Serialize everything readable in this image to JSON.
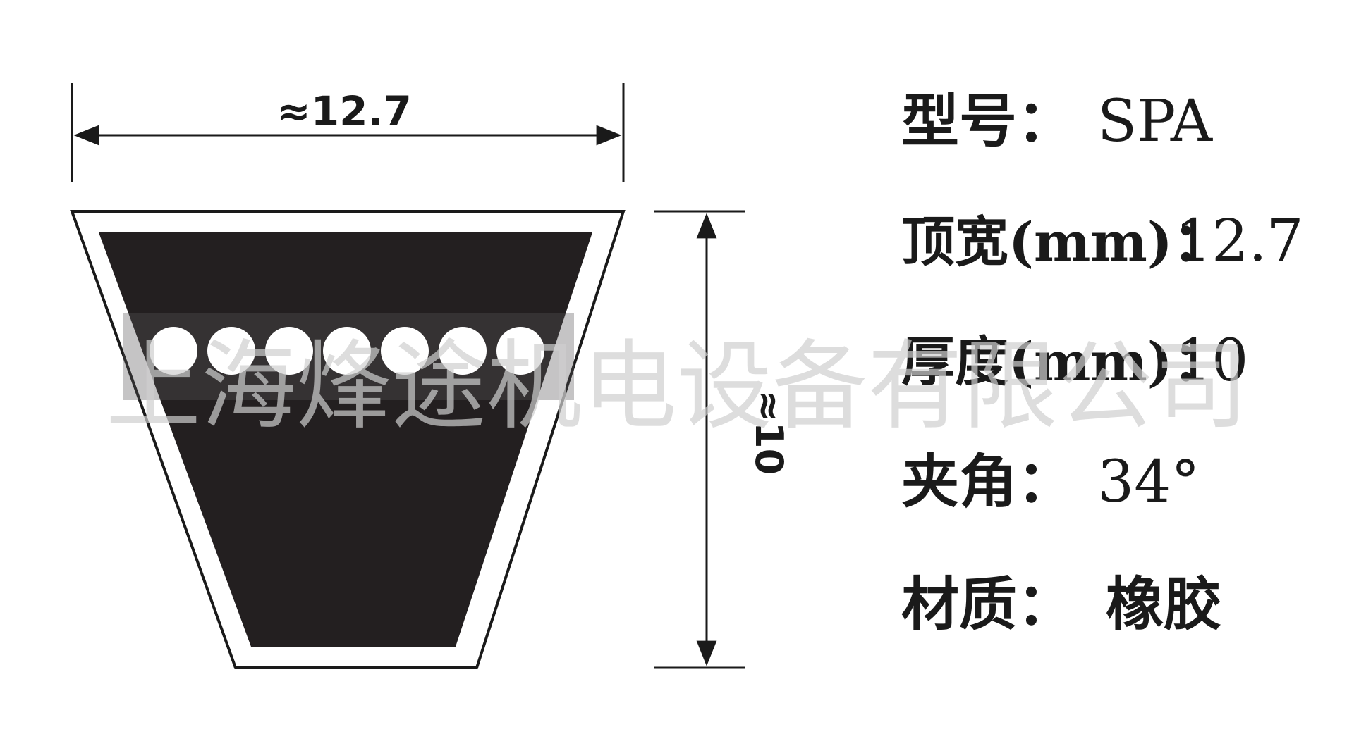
{
  "dimensions": {
    "top_width_label": "≈12.7",
    "thickness_label": "≈10"
  },
  "specs": {
    "model": {
      "label": "型号：",
      "value": "SPA"
    },
    "top_width": {
      "label": "顶宽(mm)：",
      "value": "12.7"
    },
    "thickness": {
      "label": "厚度(mm)：",
      "value": "10"
    },
    "angle": {
      "label": "夹角：",
      "value": "34°"
    },
    "material": {
      "label": "材质：",
      "value": "橡胶"
    }
  },
  "watermark": "上海烽途机电设备有限公司",
  "colors": {
    "belt_fill": "#231f20",
    "ink": "#1a1a1a",
    "cord": "#ffffff",
    "watermark": "#cfcfcf"
  },
  "cord_count": 7
}
